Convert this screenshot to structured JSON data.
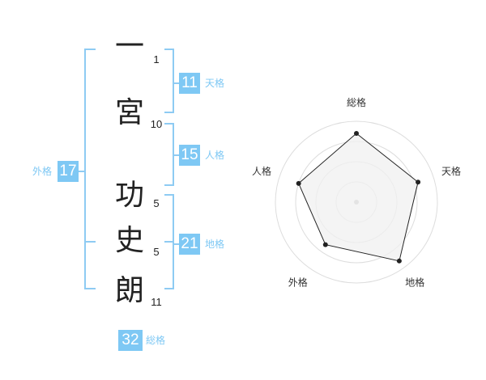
{
  "name": {
    "chars": [
      "一",
      "宮",
      "功",
      "史",
      "朗"
    ],
    "strokes": [
      "1",
      "10",
      "5",
      "5",
      "11"
    ]
  },
  "kaku": {
    "tenkaku": {
      "value": "11",
      "label": "天格"
    },
    "jinkaku": {
      "value": "15",
      "label": "人格"
    },
    "chikaku": {
      "value": "21",
      "label": "地格"
    },
    "gaikaku": {
      "value": "17",
      "label": "外格"
    },
    "soukaku": {
      "value": "32",
      "label": "総格"
    }
  },
  "chart_data": {
    "type": "radar",
    "axes": [
      "総格",
      "天格",
      "地格",
      "外格",
      "人格"
    ],
    "values": [
      0.85,
      0.8,
      0.9,
      0.65,
      0.75
    ],
    "range": [
      0,
      1
    ],
    "rings": 4,
    "colors": {
      "fill": "#f0f0f0",
      "line": "#222222",
      "ring": "#dddddd",
      "center": "#bbbbbb"
    }
  }
}
